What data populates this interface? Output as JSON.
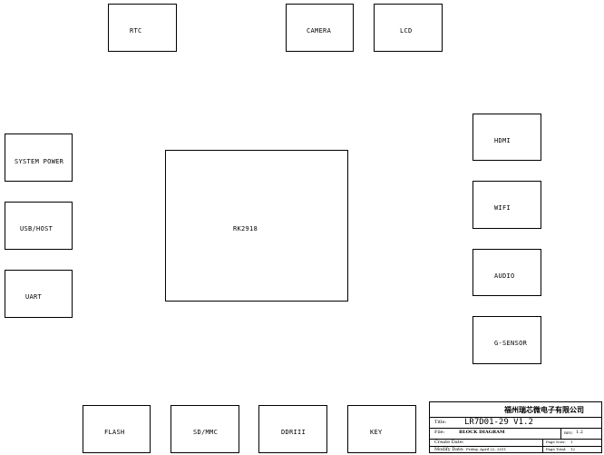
{
  "blocks": {
    "rtc": "RTC",
    "camera": "CAMERA",
    "lcd": "LCD",
    "system_power": "SYSTEM POWER",
    "usb_host": "USB/HOST",
    "uart": "UART",
    "soc": "RK2918",
    "hdmi": "HDMI",
    "wifi": "WIFI",
    "audio": "AUDIO",
    "g_sensor": "G-SENSOR",
    "flash": "FLASH",
    "sd_mmc": "SD/MMC",
    "ddriii": "DDRIII",
    "key": "KEY"
  },
  "title_block": {
    "company": "福州瑞芯微电子有限公司",
    "title_label": "Title:",
    "title_value": "LR7D01-29 V1.2",
    "file_label": "File:",
    "file_value": "BLOCK DIAGRAM",
    "rev_label": "REV:",
    "rev_value": "1.2",
    "create_label": "Create Date:",
    "create_value": "",
    "modify_label": "Modify Date:",
    "modify_value": "Friday, April 22, 2011",
    "page_now_label": "Page Now:",
    "page_now_value": "1",
    "page_total_label": "Page Total:",
    "page_total_value": "12"
  }
}
